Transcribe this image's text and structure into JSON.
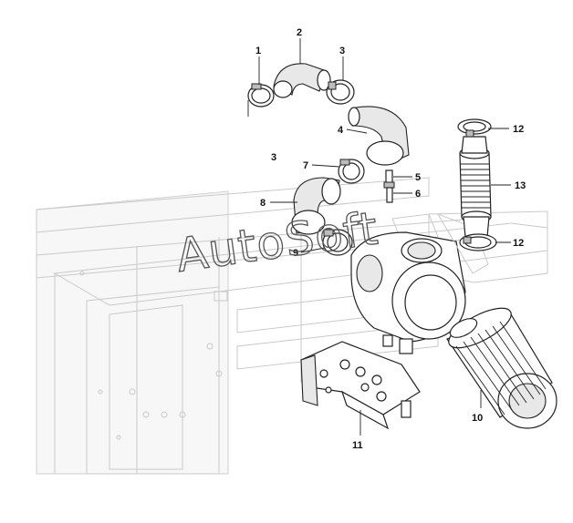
{
  "watermark": "AutoSoft",
  "callouts": {
    "c1": "1",
    "c2": "2",
    "c3a": "3",
    "c3b": "3",
    "c4": "4",
    "c5": "5",
    "c6": "6",
    "c7": "7",
    "c8": "8",
    "c9": "9",
    "c10": "10",
    "c11": "11",
    "c12a": "12",
    "c12b": "12",
    "c13": "13"
  }
}
